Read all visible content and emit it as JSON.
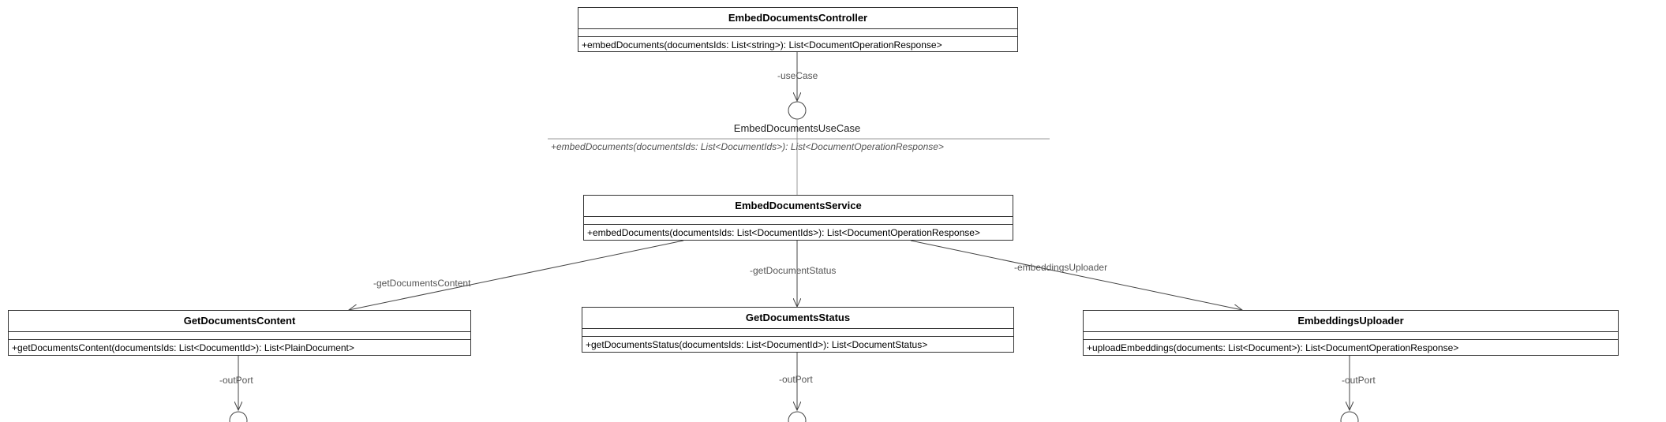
{
  "classes": {
    "controller": {
      "name": "EmbedDocumentsController",
      "operation": "+embedDocuments(documentsIds: List<string>): List<DocumentOperationResponse>"
    },
    "service": {
      "name": "EmbedDocumentsService",
      "operation": "+embedDocuments(documentsIds: List<DocumentIds>): List<DocumentOperationResponse>"
    },
    "get_content": {
      "name": "GetDocumentsContent",
      "operation": "+getDocumentsContent(documentsIds: List<DocumentId>): List<PlainDocument>"
    },
    "get_status": {
      "name": "GetDocumentsStatus",
      "operation": "+getDocumentsStatus(documentsIds: List<DocumentId>): List<DocumentStatus>"
    },
    "uploader": {
      "name": "EmbeddingsUploader",
      "operation": "+uploadEmbeddings(documents: List<Document>): List<DocumentOperationResponse>"
    }
  },
  "interface": {
    "name": "EmbedDocumentsUseCase",
    "operation": "+embedDocuments(documentsIds: List<DocumentIds>): List<DocumentOperationResponse>"
  },
  "associations": {
    "use_case": "-useCase",
    "get_documents_content": "-getDocumentsContent",
    "get_document_status": "-getDocumentStatus",
    "embeddings_uploader": "-embeddingsUploader",
    "out_port_left": "-outPort",
    "out_port_middle": "-outPort",
    "out_port_right": "-outPort"
  },
  "colors": {
    "border": "#333333",
    "line": "#444444",
    "label": "#555555"
  }
}
